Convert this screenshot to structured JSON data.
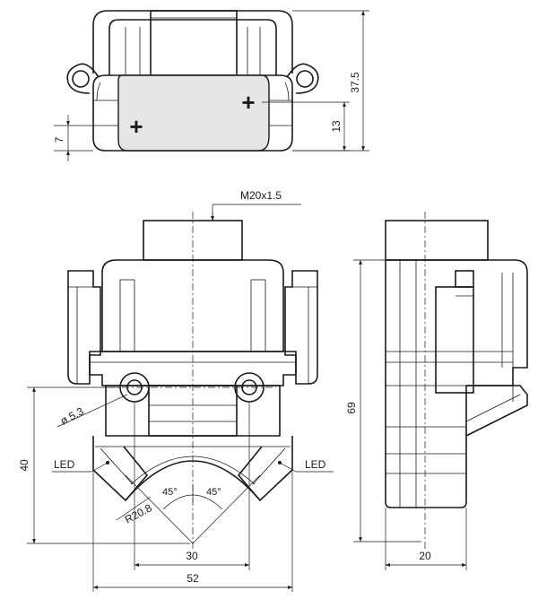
{
  "labels": {
    "thread": "M20x1.5",
    "led_left": "LED",
    "led_right": "LED",
    "hole_dia": "ø 5.3",
    "radius": "R20.8",
    "angle_left": "45°",
    "angle_right": "45°",
    "plus_left": "+",
    "plus_right": "+"
  },
  "dimensions": {
    "top_height": "37.5",
    "top_mid": "13",
    "top_small": "7",
    "side_height": "69",
    "front_height": "40",
    "span_inner": "30",
    "span_outer": "52",
    "side_depth": "20"
  },
  "colors": {
    "line": "#1a1a1a",
    "fill_gray": "#e6e6e6",
    "background": "#ffffff"
  }
}
